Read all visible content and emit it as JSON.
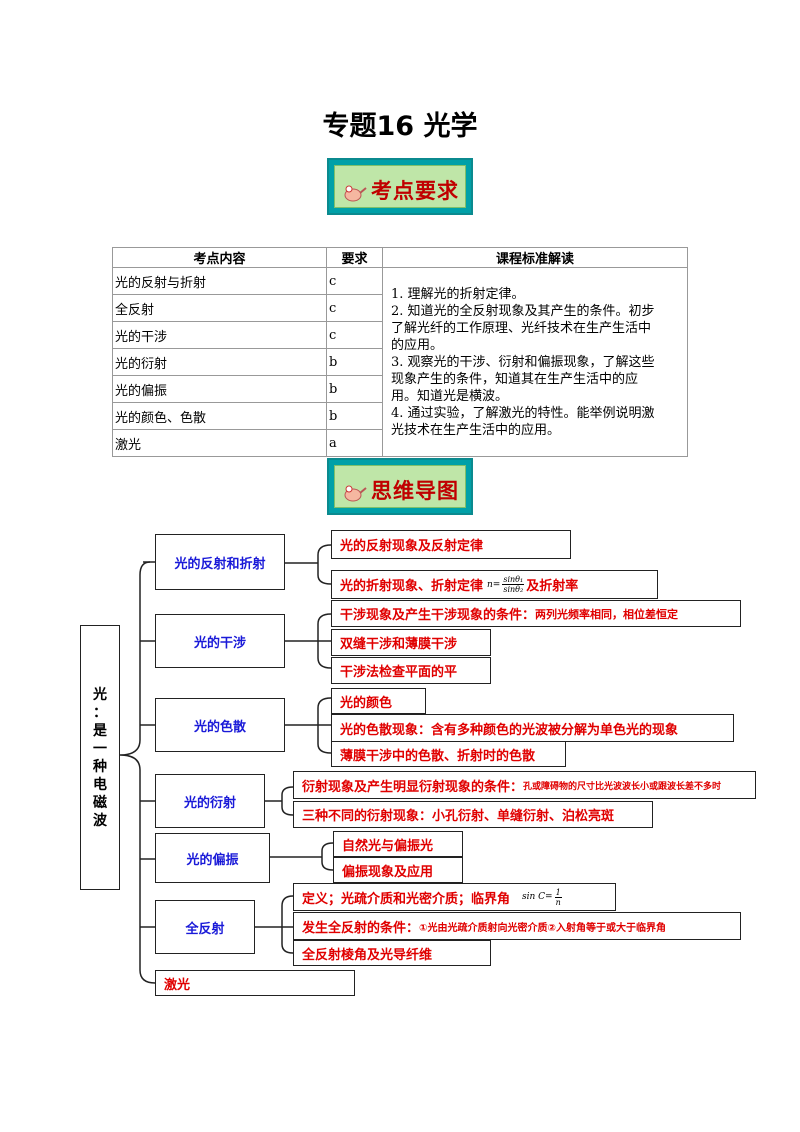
{
  "title": "专题16  光学",
  "badges": {
    "kaodian": "考点要求",
    "siwei": "思维导图"
  },
  "table": {
    "headers": [
      "考点内容",
      "要求",
      "课程标准解读"
    ],
    "rows": [
      {
        "topic": "光的反射与折射",
        "level": "c"
      },
      {
        "topic": "全反射",
        "level": "c"
      },
      {
        "topic": "光的干涉",
        "level": "c"
      },
      {
        "topic": "光的衍射",
        "level": "b"
      },
      {
        "topic": "光的偏振",
        "level": "b"
      },
      {
        "topic": "光的颜色、色散",
        "level": "b"
      },
      {
        "topic": "激光",
        "level": "a"
      }
    ],
    "standard_lines": [
      "1. 理解光的折射定律。",
      "2. 知道光的全反射现象及其产生的条件。初步",
      "了解光纤的工作原理、光纤技术在生产生活中",
      "的应用。",
      "3. 观察光的干涉、衍射和偏振现象，了解这些",
      "现象产生的条件，知道其在生产生活中的应",
      "用。知道光是横波。",
      "4. 通过实验，了解激光的特性。能举例说明激",
      "光技术在生产生活中的应用。"
    ]
  },
  "mindmap": {
    "root": [
      "光",
      "：",
      "是",
      "一",
      "种",
      "电",
      "磁",
      "波"
    ],
    "categories": {
      "reflect": "光的反射和折射",
      "interfere": "光的干涉",
      "disperse": "光的色散",
      "diffract": "光的衍射",
      "polarize": "光的偏振",
      "total": "全反射",
      "laser": "激光"
    },
    "leaves": {
      "r1": "光的反射现象及反射定律",
      "r2a": "光的折射现象、折射定律",
      "r2_formula": {
        "n": "n=",
        "num": "sinθ₁",
        "den": "sinθ₂"
      },
      "r2b": "及折射率",
      "i1a": "干涉现象及产生干涉现象的条件：",
      "i1b": "两列光频率相同，相位差恒定",
      "i2": "双缝干涉和薄膜干涉",
      "i3": "干涉法检查平面的平",
      "d1": "光的颜色",
      "d2": "光的色散现象：含有多种颜色的光波被分解为单色光的现象",
      "d3": "薄膜干涉中的色散、折射时的色散",
      "f1a": "衍射现象及产生明显衍射现象的条件：",
      "f1b": "孔或障碍物的尺寸比光波波长小或跟波长差不多时",
      "f2": "三种不同的衍射现象：小孔衍射、单缝衍射、泊松亮斑",
      "p1": "自然光与偏振光",
      "p2": "偏振现象及应用",
      "t1": "定义；光疏介质和光密介质；临界角",
      "t1_formula": {
        "lhs": "sin C=",
        "num": "1",
        "den": "n"
      },
      "t2a": "发生全反射的条件：",
      "t2b": "①光由光疏介质射向光密介质②入射角等于或大于临界角",
      "t3": "全反射棱角及光导纤维"
    }
  }
}
